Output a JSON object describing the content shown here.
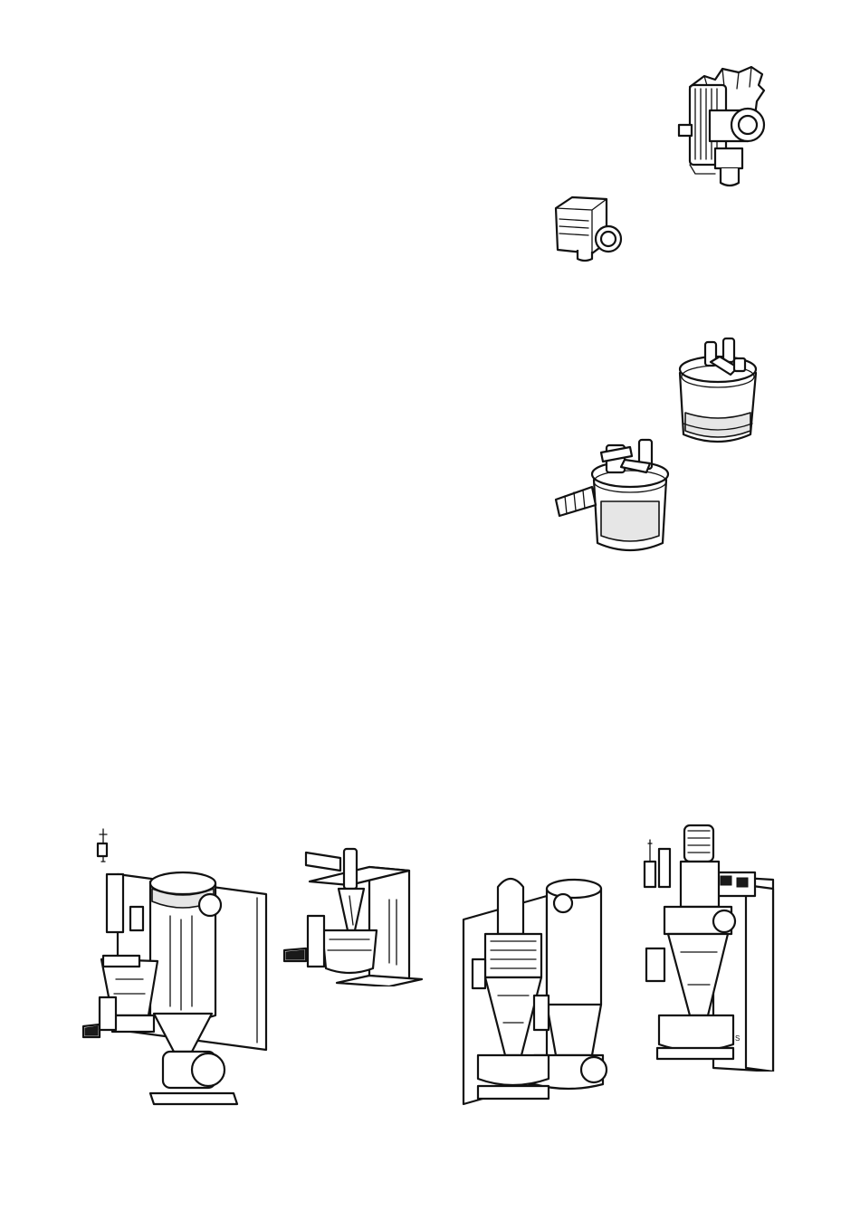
{
  "page": {
    "background": "#ffffff",
    "line_color": "#111111"
  },
  "figures": [
    {
      "id": "solenoid-valve-large",
      "icon": "solenoid-valve-drawing"
    },
    {
      "id": "solenoid-valve-small",
      "icon": "small-valve-drawing"
    },
    {
      "id": "collection-jar-a",
      "icon": "jar-drawing"
    },
    {
      "id": "collection-jar-b",
      "icon": "jar-with-hose-drawing"
    },
    {
      "id": "separator-unit-1",
      "icon": "separator-assembly-drawing"
    },
    {
      "id": "separator-unit-2",
      "icon": "separator-assembly-drawing"
    },
    {
      "id": "separator-unit-3",
      "icon": "separator-assembly-drawing"
    },
    {
      "id": "separator-unit-4",
      "icon": "separator-assembly-drawing"
    }
  ],
  "labels": {
    "unit4_mark": "S"
  }
}
